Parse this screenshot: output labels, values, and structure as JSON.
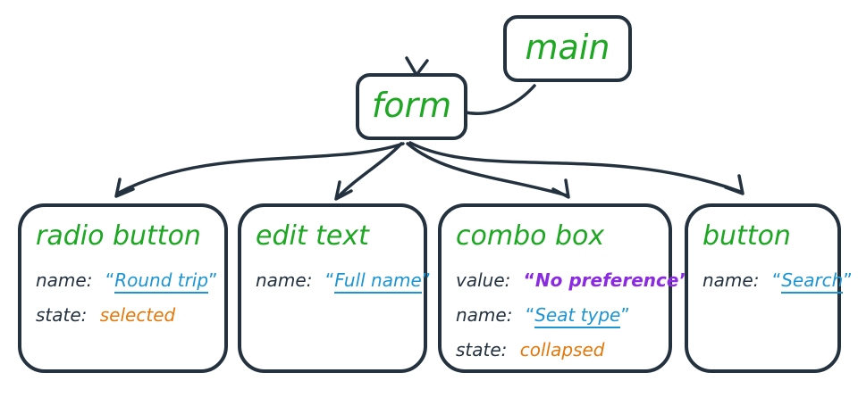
{
  "colors": {
    "ink": "#24323f",
    "role": "#1ea723",
    "name": "#1b95d3",
    "state": "#e6780a",
    "value": "#8a2be2",
    "background": "#ffffff"
  },
  "punctuation": {
    "open_quote": "“",
    "close_quote": "”"
  },
  "nodes": {
    "main": {
      "role": "main"
    },
    "form": {
      "role": "form"
    },
    "radio_button": {
      "role": "radio button",
      "name_label": "name:",
      "name_value": "Round trip",
      "state_label": "state:",
      "state_value": "selected"
    },
    "edit_text": {
      "role": "edit text",
      "name_label": "name:",
      "name_value": "Full name"
    },
    "combo_box": {
      "role": "combo box",
      "value_label": "value:",
      "value_value": "No preference",
      "name_label": "name:",
      "name_value": "Seat type",
      "state_label": "state:",
      "state_value": "collapsed"
    },
    "button": {
      "role": "button",
      "name_label": "name:",
      "name_value": "Search"
    }
  },
  "edges": [
    {
      "from": "main",
      "to": "form"
    },
    {
      "from": "form",
      "to": "radio_button"
    },
    {
      "from": "form",
      "to": "edit_text"
    },
    {
      "from": "form",
      "to": "combo_box"
    },
    {
      "from": "form",
      "to": "button"
    }
  ]
}
